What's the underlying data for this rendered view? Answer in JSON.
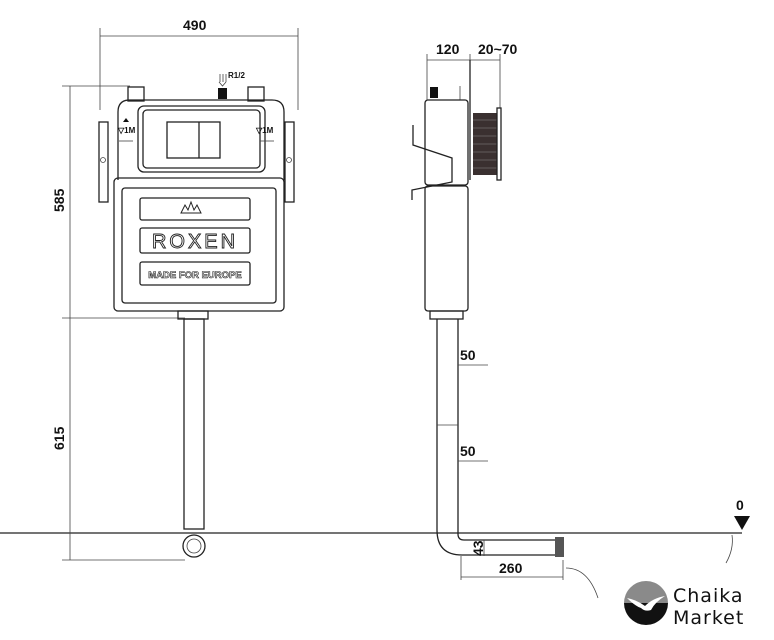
{
  "front_view": {
    "width_dim": "490",
    "height_tank_dim": "585",
    "height_pipe_dim": "615",
    "inlet_label": "R1/2",
    "level_marks": [
      "▽1M",
      "▽1M"
    ],
    "brand": "ROXEN",
    "plate_text": "MADE FOR EUROPE"
  },
  "side_view": {
    "depth_dim": "120",
    "adjust_dim": "20~70",
    "mark_upper": "50",
    "mark_lower": "50",
    "outlet_height_dim": "43",
    "outlet_length_dim": "260",
    "floor_level": "0"
  },
  "logo": {
    "line1": "Chaika",
    "line2": "Market",
    "colors": {
      "top": "#8a8a8a",
      "bottom": "#111111"
    }
  }
}
